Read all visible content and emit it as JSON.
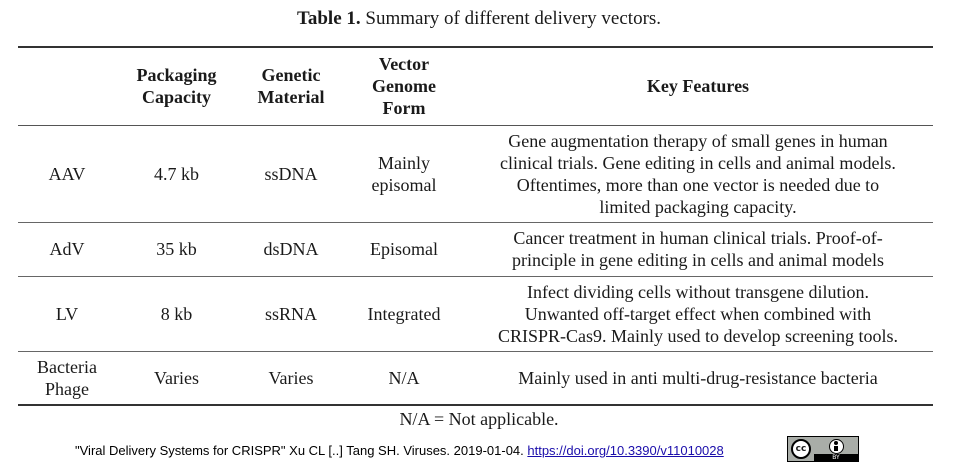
{
  "caption": {
    "label": "Table 1.",
    "text": " Summary of different delivery vectors."
  },
  "table": {
    "headers": [
      [
        "",
        "",
        ""
      ],
      [
        "Packaging",
        "Capacity",
        ""
      ],
      [
        "Genetic",
        "Material",
        ""
      ],
      [
        "Vector",
        "Genome",
        "Form"
      ],
      [
        "Key Features",
        "",
        ""
      ]
    ],
    "rows": [
      {
        "vector": [
          "AAV",
          ""
        ],
        "capacity": "4.7 kb",
        "material": "ssDNA",
        "form": [
          "Mainly",
          "episomal"
        ],
        "features": [
          "Gene augmentation therapy of small genes in human",
          "clinical trials. Gene editing in cells and animal models.",
          "Oftentimes, more than one vector is needed due to",
          "limited packaging capacity."
        ]
      },
      {
        "vector": [
          "AdV",
          ""
        ],
        "capacity": "35 kb",
        "material": "dsDNA",
        "form": [
          "Episomal",
          ""
        ],
        "features": [
          "Cancer treatment in human clinical trials. Proof-of-",
          "principle in gene editing in cells and animal models",
          "",
          ""
        ]
      },
      {
        "vector": [
          "LV",
          ""
        ],
        "capacity": "8 kb",
        "material": "ssRNA",
        "form": [
          "Integrated",
          ""
        ],
        "features": [
          "Infect dividing cells without transgene dilution.",
          "Unwanted off-target effect when combined with",
          "CRISPR-Cas9. Mainly used to develop screening tools.",
          ""
        ]
      },
      {
        "vector": [
          "Bacteria",
          "Phage"
        ],
        "capacity": "Varies",
        "material": "Varies",
        "form": [
          "N/A",
          ""
        ],
        "features": [
          "Mainly used in anti multi-drug-resistance bacteria",
          "",
          "",
          ""
        ]
      }
    ]
  },
  "footnote": "N/A = Not applicable.",
  "citation": {
    "text": "\"Viral Delivery Systems for CRISPR\" Xu CL [..] Tang SH. Viruses. 2019-01-04. ",
    "link": "https://doi.org/10.3390/v11010028"
  },
  "license": {
    "icon": "cc-by-icon",
    "cc_text": "cc",
    "by_text": "BY"
  }
}
